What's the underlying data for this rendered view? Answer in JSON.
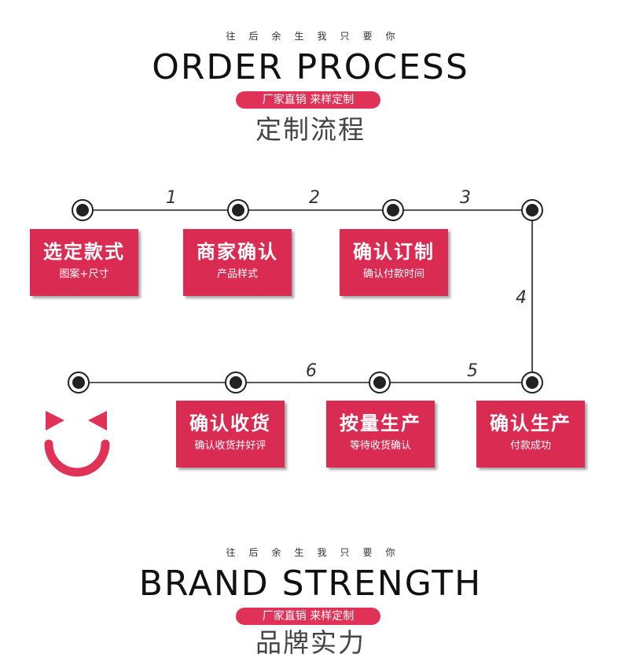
{
  "section1": {
    "tagline": "往后余生我只要你",
    "title": "ORDER PROCESS",
    "pill": "厂家直销 来样定制",
    "subtitle": "定制流程"
  },
  "steps": [
    {
      "title": "选定款式",
      "sub": "图案+尺寸"
    },
    {
      "title": "商家确认",
      "sub": "产品样式"
    },
    {
      "title": "确认订制",
      "sub": "确认付款时间"
    },
    {
      "title": "确认生产",
      "sub": "付款成功"
    },
    {
      "title": "按量生产",
      "sub": "等待收货确认"
    },
    {
      "title": "确认收货",
      "sub": "确认收货并好评"
    }
  ],
  "step_numbers": [
    "1",
    "2",
    "3",
    "4",
    "5",
    "6"
  ],
  "colors": {
    "accent": "#da2b52",
    "pill": "#e03157",
    "line": "#222222"
  },
  "icons": {
    "smile": "smiley-face-icon"
  },
  "section2": {
    "tagline": "往后余生我只要你",
    "title": "BRAND STRENGTH",
    "pill": "厂家直销 来样定制",
    "subtitle": "品牌实力"
  }
}
